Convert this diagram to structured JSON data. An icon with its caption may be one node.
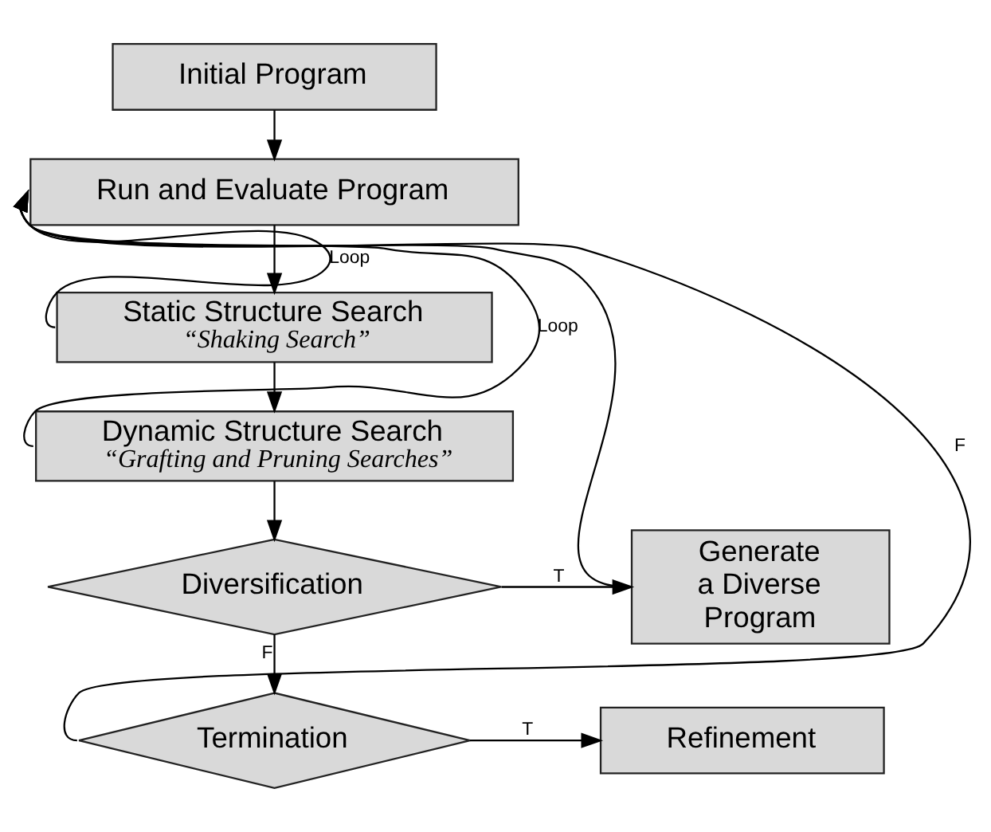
{
  "diagram": {
    "nodes": [
      {
        "text": [
          "Initial Program"
        ]
      },
      {
        "text": [
          "Run and Evaluate Program"
        ]
      },
      {
        "text": [
          "Static Structure Search",
          "“Shaking Search”"
        ]
      },
      {
        "text": [
          "Dynamic Structure Search",
          "“Grafting and Pruning Searches”"
        ]
      },
      {
        "text": [
          "Diversification"
        ]
      },
      {
        "text": [
          "Generate a Diverse Program"
        ]
      },
      {
        "text": [
          "Termination"
        ]
      },
      {
        "text": [
          "Refinement"
        ]
      }
    ],
    "edges": [
      {
        "from": 0,
        "to": 1,
        "arrow": "to"
      },
      {
        "from": 1,
        "to": 2,
        "arrow": "to"
      },
      {
        "from": 2,
        "to": 1,
        "arrow": "to",
        "label": "Loop"
      },
      {
        "from": 2,
        "to": 3,
        "arrow": "to"
      },
      {
        "from": 3,
        "to": 1,
        "arrow": "to",
        "label": "Loop"
      },
      {
        "from": 3,
        "to": 4,
        "arrow": "to"
      },
      {
        "from": 4,
        "to": 5,
        "arrow": "to",
        "label": "T"
      },
      {
        "from": 5,
        "to": 1,
        "arrow": "to"
      },
      {
        "from": 4,
        "to": 6,
        "arrow": "to",
        "label": "F"
      },
      {
        "from": 6,
        "to": 7,
        "arrow": "to",
        "label": "T"
      },
      {
        "from": 6,
        "to": 1,
        "arrow": "to",
        "label": "F"
      }
    ]
  }
}
